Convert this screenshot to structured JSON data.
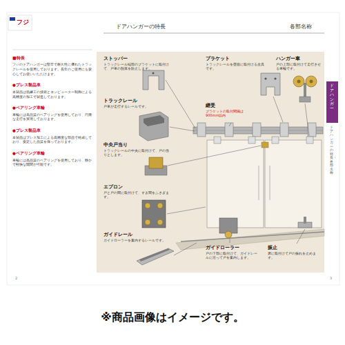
{
  "diagram": {
    "nodes": [
      {
        "text": [
          "ストッパー",
          "トラックレール端部のブラケットに取付けて、戸車の脱落を防止します。"
        ]
      },
      {
        "text": [
          "トラックレール",
          "戸車が走行するレールです。"
        ]
      },
      {
        "text": [
          "中央戸当り",
          "トラックレールの中央に取付けて、戸の当りとします。"
        ]
      },
      {
        "text": [
          "エプロン",
          "戸と戸の間に取付けて、すき間をふさぎます。"
        ]
      },
      {
        "text": [
          "ガイドレール",
          "ガイドローラーを案内するレールです。"
        ]
      },
      {
        "text": [
          "ブラケット",
          "トラックレールを壁面に取付ける金具です。"
        ]
      },
      {
        "text": [
          "ハンガー車",
          "戸の上部に取付けて走行させる車輪です。"
        ]
      },
      {
        "text": [
          "継受",
          "ブラケットの取付間隔は900mm以内"
        ]
      },
      {
        "text": [
          "ガイドローラー",
          "戸の下部に取付けて、ガイドレールに沿って戸を案内します。"
        ]
      },
      {
        "text": [
          "振止",
          "床に取付けて戸の振れを止めます。"
        ]
      }
    ],
    "labels": [
      "フジ",
      "ドアハンガーの特長",
      "各部名称",
      "■特長",
      "フジのドアハンガーは堅牢で耐久性に優れたトラックレールを使用しております。長年のご使用にも安心してお使いいただけます。",
      "●プレス製品車",
      "本製品は熟練工の技術とコンピューター制御による高精度の加工で製造しております。",
      "●ベアリング車輪",
      "車輪には高品質のベアリングを使用しており、円滑な走行を実現しております。",
      "●プレス製品車",
      "本製品はプレス加工による高精度な部品で構成しており、安定した品質を保っております。",
      "●ベアリング車輪",
      "車輪には高品質のベアリングを使用しており、静かで軽快な開閉が可能です。",
      "ドアハンガー",
      "ドアハンガーの特長・各部名称",
      "2",
      "3",
      "※商品画像はイメージです。"
    ]
  }
}
